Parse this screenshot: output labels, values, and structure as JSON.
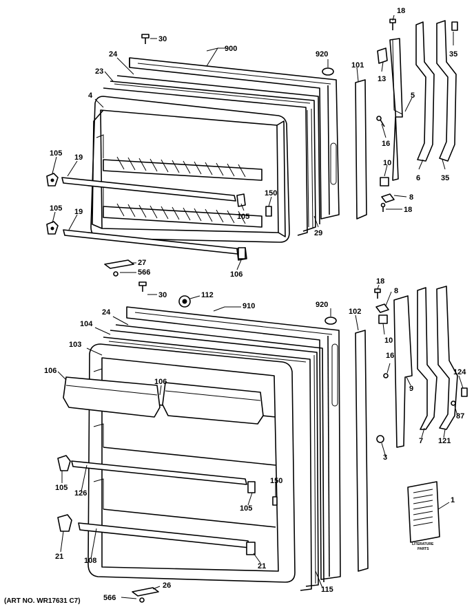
{
  "callouts": {
    "c18a": "18",
    "c30a": "30",
    "c24a": "24",
    "c900": "900",
    "c920a": "920",
    "c101": "101",
    "c35a": "35",
    "c23": "23",
    "c13": "13",
    "c4": "4",
    "c5": "5",
    "c16a": "16",
    "c105a": "105",
    "c19a": "19",
    "c10a": "10",
    "c6": "6",
    "c35b": "35",
    "c8a": "8",
    "c18b": "18",
    "c150a": "150",
    "c105b": "105",
    "c105c": "105",
    "c19b": "19",
    "c29": "29",
    "c106a": "106",
    "c27": "27",
    "c566a": "566",
    "c30b": "30",
    "c112": "112",
    "c910": "910",
    "c920b": "920",
    "c102": "102",
    "c18c": "18",
    "c8b": "8",
    "c24b": "24",
    "c104": "104",
    "c10b": "10",
    "c103": "103",
    "c106b": "106",
    "c106c": "106",
    "c16b": "16",
    "c9": "9",
    "c124": "124",
    "c87": "87",
    "c3": "3",
    "c7": "7",
    "c121": "121",
    "c105d": "105",
    "c126": "126",
    "c150b": "150",
    "c105e": "105",
    "c1": "1",
    "c21a": "21",
    "c108": "108",
    "c21b": "21",
    "c115": "115",
    "c566b": "566",
    "c26": "26"
  },
  "literature_label": [
    "LITERATURE",
    "PARTS"
  ],
  "art_number": "(ART NO. WR17631 C7)",
  "colors": {
    "ink": "#000000",
    "paper": "#ffffff"
  },
  "icons": [
    "screw-icon",
    "hinge-icon",
    "door-stop-icon",
    "button-icon",
    "literature-booklet-icon"
  ]
}
